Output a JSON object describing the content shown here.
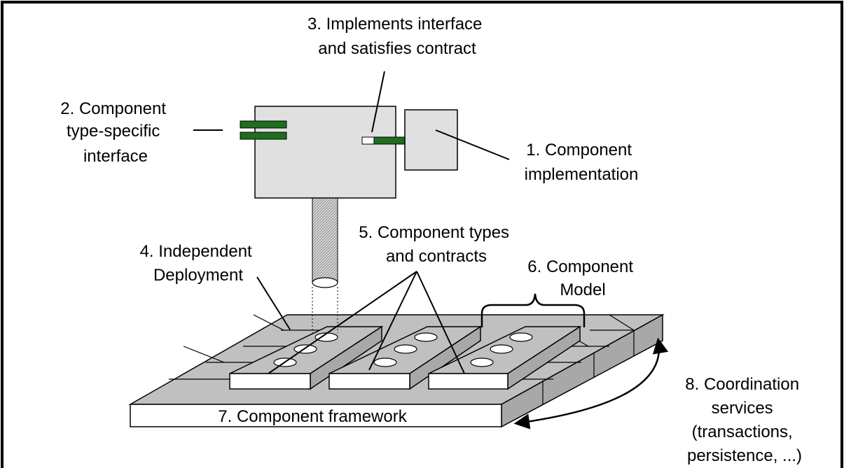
{
  "labels": {
    "implementation": [
      "1. Component",
      "implementation"
    ],
    "interface": [
      "2. Component",
      "type-specific",
      "interface"
    ],
    "implements": [
      "3. Implements interface",
      "and satisfies contract"
    ],
    "deployment": [
      "4. Independent",
      "Deployment"
    ],
    "types": [
      "5. Component types",
      "and contracts"
    ],
    "model": [
      "6. Component",
      "Model"
    ],
    "framework": "7. Component framework",
    "coordination": [
      "8. Coordination",
      "services",
      "(transactions,",
      "persistence, ...)"
    ]
  },
  "colors": {
    "framework_top": "#c0c0c0",
    "framework_side": "#a8a8a8",
    "component_box": "#e0e0e0",
    "interface_bar": "#1f6e1f",
    "line": "#000000",
    "background": "#ffffff"
  }
}
